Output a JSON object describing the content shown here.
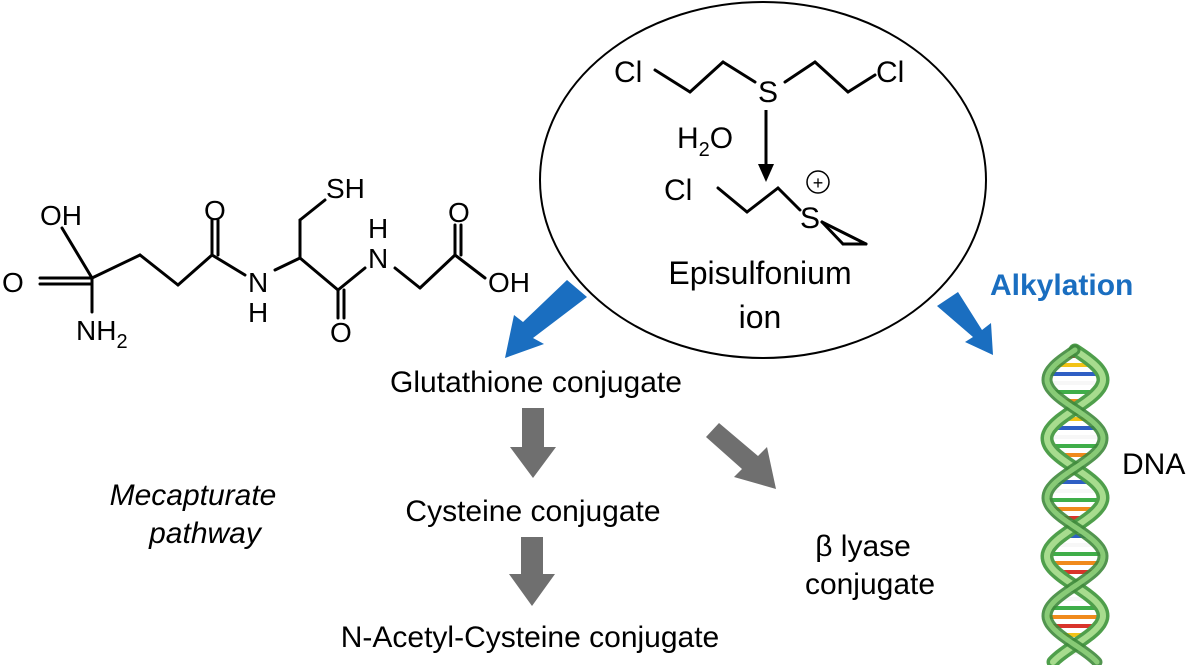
{
  "glutathione_structure": {
    "oh_top": "OH",
    "o_left": "O",
    "o_amide_top": "O",
    "sh": "SH",
    "nh_left_n": "N",
    "nh_left_h": "H",
    "nh_right_h": "H",
    "nh_right_n": "N",
    "o_right_top": "O",
    "oh_right": "OH",
    "o_amide_bottom": "O",
    "nh2": "NH",
    "nh2_sub": "2"
  },
  "mustard": {
    "cl_left": "Cl",
    "s": "S",
    "cl_right": "Cl",
    "water": "H",
    "water_sub": "2",
    "water_o": "O",
    "cl_ion": "Cl",
    "s_ion": "S",
    "plus": "+",
    "label_line1": "Episulfonium",
    "label_line2": "ion"
  },
  "pathway": {
    "glutathione": "Glutathione conjugate",
    "cysteine": "Cysteine conjugate",
    "nac": "N-Acetyl-Cysteine conjugate",
    "beta_line1": "β lyase",
    "beta_line2": "conjugate",
    "mercapturate_line1": "Mecapturate",
    "mercapturate_line2": "pathway"
  },
  "alkylation": {
    "label": "Alkylation",
    "target": "DNA"
  },
  "colors": {
    "blue_arrow": "#1a6ec0",
    "gray_arrow": "#6f6f6f",
    "dna_green": "#7fc97a",
    "dna_green_dark": "#3f9a44",
    "text": "#000000"
  }
}
